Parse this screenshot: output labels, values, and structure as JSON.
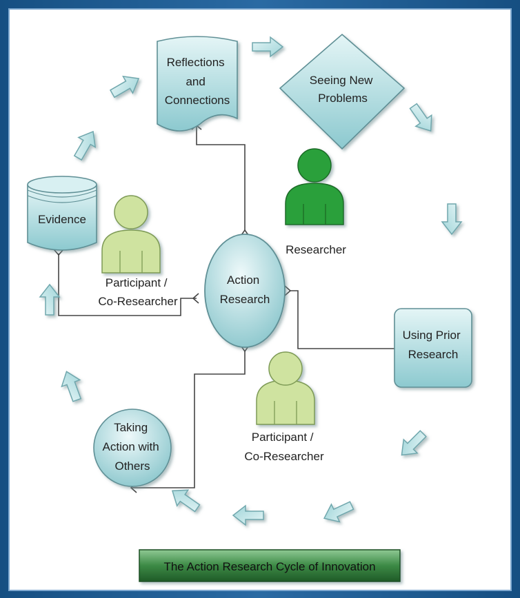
{
  "diagram": {
    "nodes": {
      "reflections": [
        "Reflections",
        "and",
        "Connections"
      ],
      "seeing_new_problems": [
        "Seeing New",
        "Problems"
      ],
      "evidence": [
        "Evidence"
      ],
      "action_research": [
        "Action",
        "Research"
      ],
      "using_prior_research": [
        "Using Prior",
        "Research"
      ],
      "taking_action": [
        "Taking",
        "Action with",
        "Others"
      ]
    },
    "people": {
      "researcher": [
        "Researcher"
      ],
      "participant_left": [
        "Participant /",
        "Co-Researcher"
      ],
      "participant_bottom": [
        "Participant /",
        "Co-Researcher"
      ]
    },
    "caption": "The Action Research Cycle of Innovation",
    "colors": {
      "node_fill": "#a8d9dd",
      "node_stroke": "#5e8f95",
      "arrow_fill": "#b4e0e3",
      "researcher_fill": "#2aa03a",
      "participant_fill": "#cfe3a0",
      "caption_fill": "#3f8a48"
    }
  }
}
